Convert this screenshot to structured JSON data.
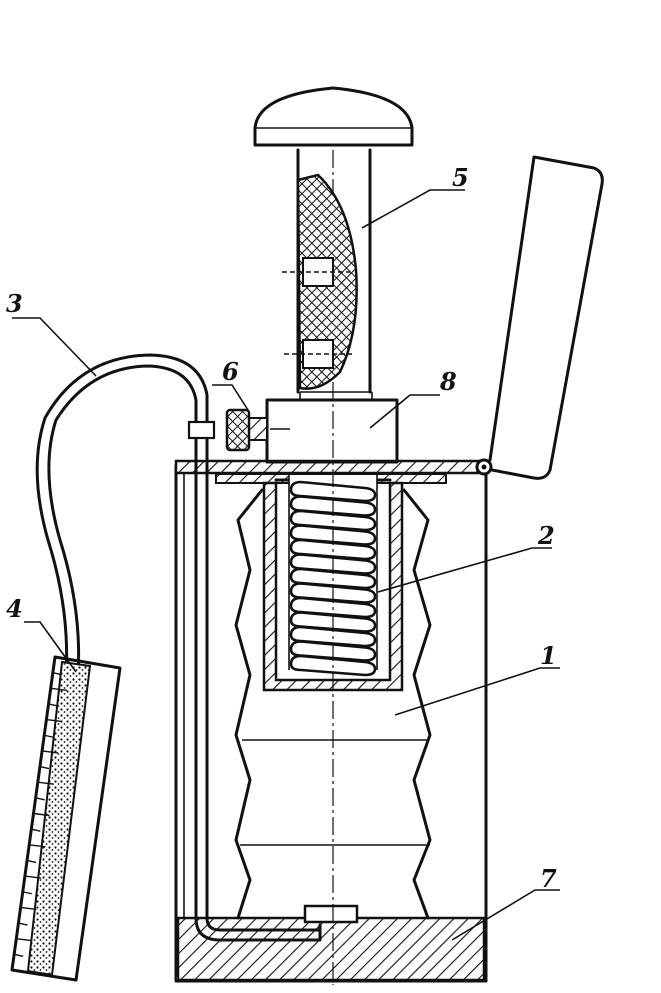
{
  "labels": {
    "part_1": "1",
    "part_2": "2",
    "part_3": "3",
    "part_4": "4",
    "part_5": "5",
    "part_6": "6",
    "part_7": "7",
    "part_8": "8"
  },
  "colors": {
    "ink": "#111111",
    "paper": "#ffffff"
  }
}
